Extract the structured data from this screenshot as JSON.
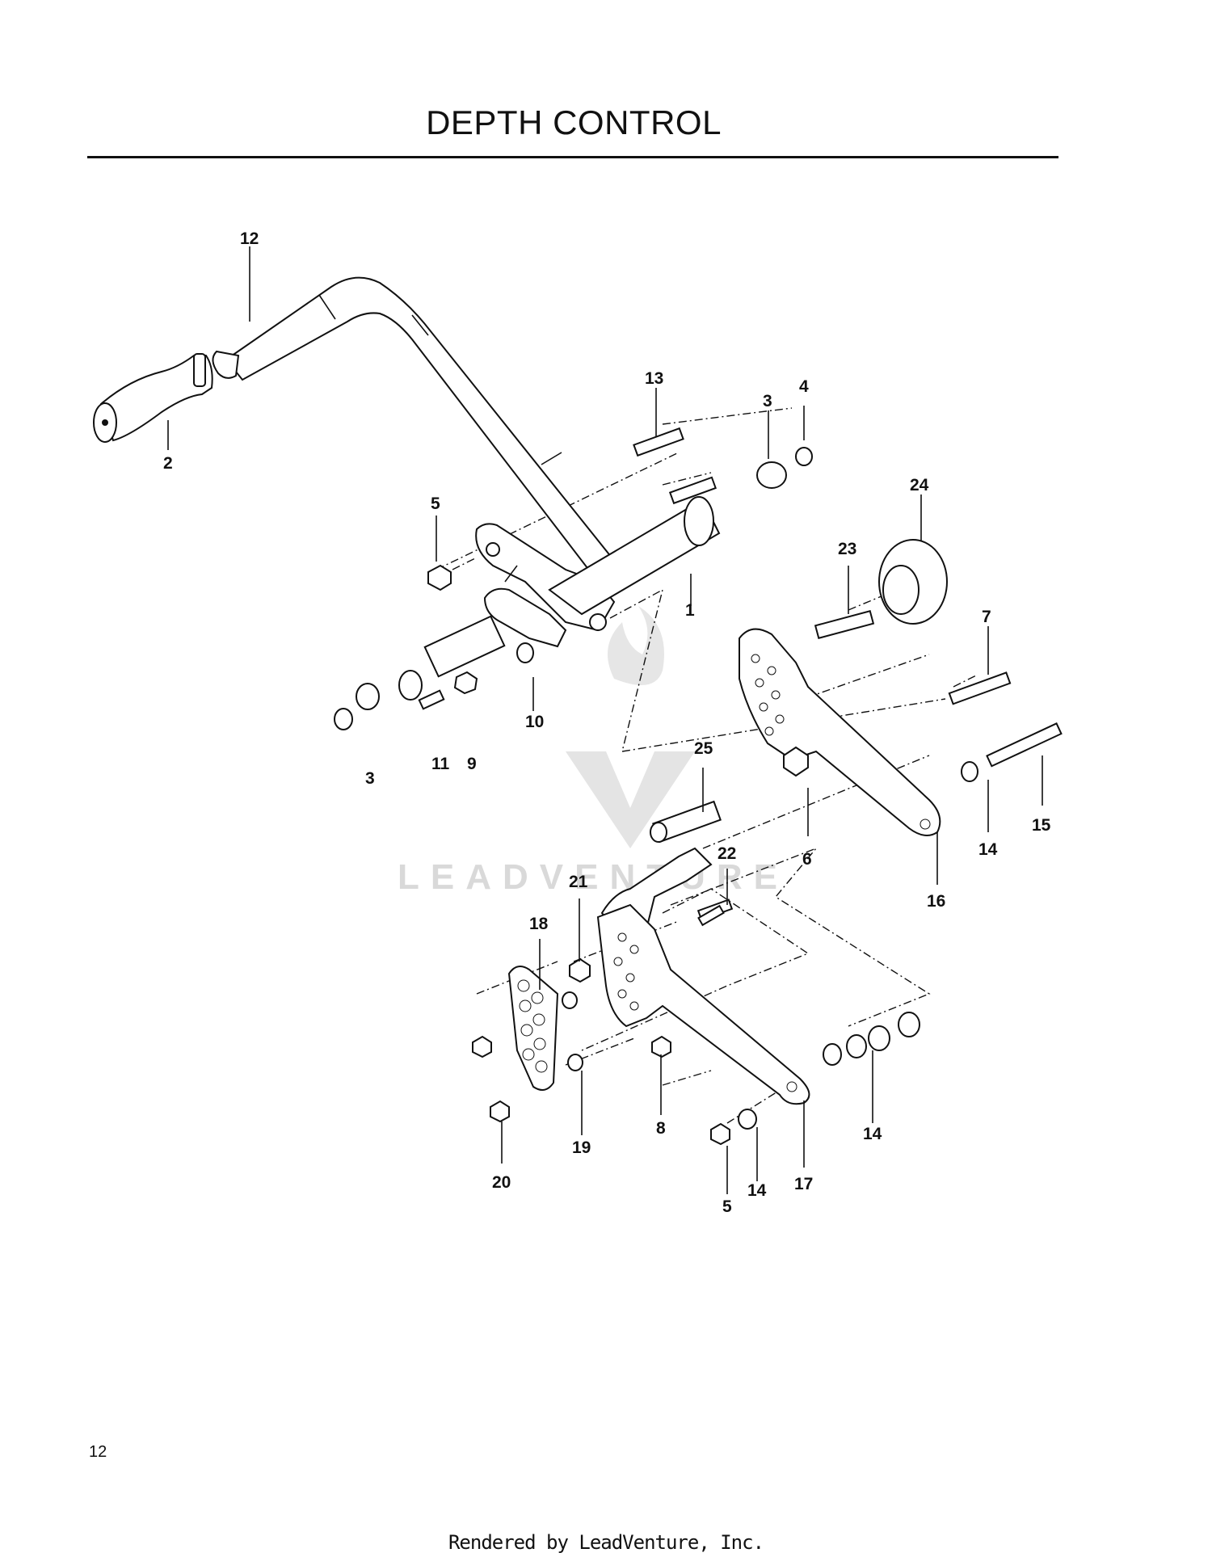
{
  "title": "DEPTH CONTROL",
  "page_number": "12",
  "footer": "Rendered by LeadVenture, Inc.",
  "watermark": "LEADVENTURE",
  "callouts": {
    "c12": "12",
    "c2": "2",
    "c13": "13",
    "c3a": "3",
    "c4": "4",
    "c24": "24",
    "c5a": "5",
    "c23": "23",
    "c1": "1",
    "c7": "7",
    "c10": "10",
    "c25": "25",
    "c3b": "3",
    "c11": "11",
    "c9": "9",
    "c6": "6",
    "c15": "15",
    "c14a": "14",
    "c22": "22",
    "c16": "16",
    "c21": "21",
    "c18": "18",
    "c8": "8",
    "c19": "19",
    "c14b": "14",
    "c20": "20",
    "c5b": "5",
    "c14c": "14",
    "c17": "17"
  }
}
